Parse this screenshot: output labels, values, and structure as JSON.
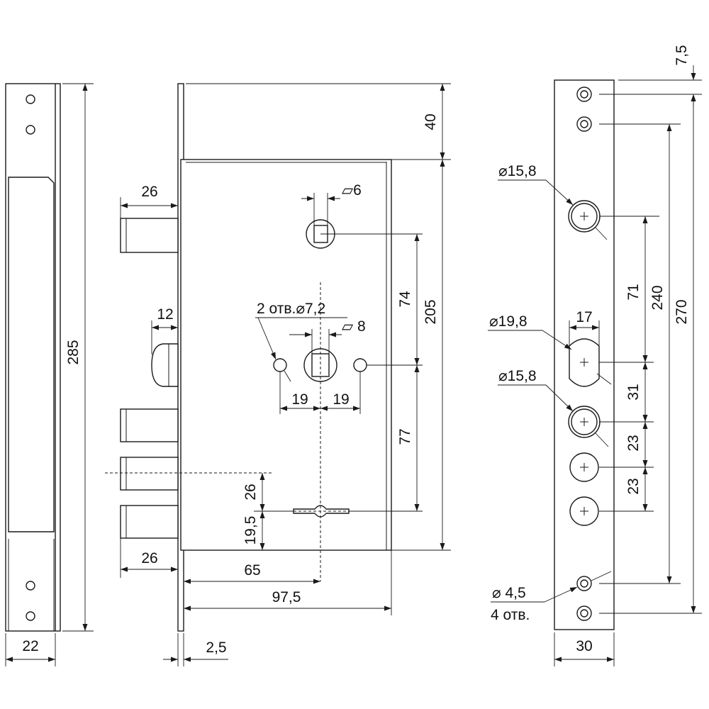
{
  "drawing": {
    "colors": {
      "line": "#1a1a1a",
      "background": "#ffffff"
    },
    "front_view": {
      "dims": {
        "height": "285",
        "width": "22"
      }
    },
    "side_view": {
      "dims": {
        "top_offset": "40",
        "body_height": "205",
        "spindle_square": "▱6",
        "top_bolt": "26",
        "latch": "12",
        "holes_callout": "2 отв.⌀7,2",
        "cylinder_square": "▱ 8",
        "spindle_to_cylinder": "74",
        "cylinder_to_keyhole": "77",
        "hole_left": "19",
        "hole_right": "19",
        "bolt_pitch": "26",
        "bottom_offset": "19,5",
        "bottom_bolt": "26",
        "backset": "65",
        "body_width": "97,5",
        "faceplate": "2,5"
      }
    },
    "faceplate_view": {
      "dims": {
        "top_offset": "7,5",
        "dia_top": "⌀15,8",
        "dia_latch": "⌀19,8",
        "latch_width": "17",
        "dia_bolt": "⌀15,8",
        "dist_71": "71",
        "dist_240": "240",
        "dist_270": "270",
        "dist_31": "31",
        "dist_23a": "23",
        "dist_23b": "23",
        "screw_dia": "⌀ 4,5",
        "screw_count": "4 отв.",
        "width": "30"
      }
    }
  }
}
